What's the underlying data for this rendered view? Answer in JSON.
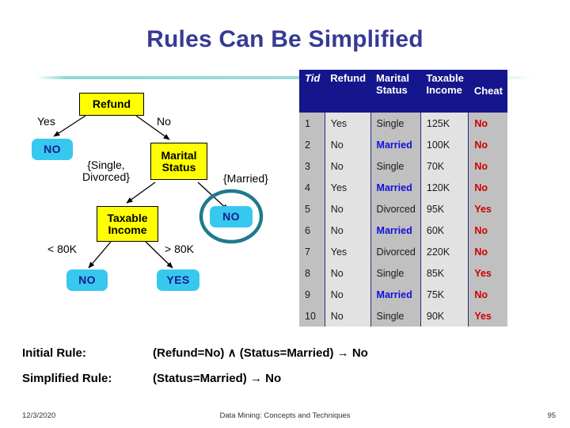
{
  "slide": {
    "title": "Rules Can Be Simplified",
    "page_number": "95"
  },
  "tree": {
    "nodes": {
      "root": "Refund",
      "marital": "Marital\nStatus",
      "marital_line1": "Marital",
      "marital_line2": "Status",
      "income_line1": "Taxable",
      "income_line2": "Income",
      "leaf_refund_yes": "NO",
      "leaf_married": "NO",
      "leaf_income_low": "NO",
      "leaf_income_high": "YES"
    },
    "edges": {
      "refund_yes": "Yes",
      "refund_no": "No",
      "status_single_divorced_line1": "{Single,",
      "status_single_divorced_line2": "Divorced}",
      "status_married": "{Married}",
      "income_low": "< 80K",
      "income_high": "> 80K"
    },
    "highlight": {
      "name": "circled-married-leaf",
      "color": "#1f7a8c"
    },
    "colors": {
      "internal_node_fill": "#ffff00",
      "leaf_node_fill": "#37c8f0",
      "leaf_node_text": "#1b1b8f"
    }
  },
  "table": {
    "columns": [
      "Tid",
      "Refund",
      "Marital Status",
      "Taxable Income",
      "Cheat"
    ],
    "column_lines": [
      [
        "Tid"
      ],
      [
        "Refund"
      ],
      [
        "Marital",
        "Status"
      ],
      [
        "Taxable",
        "Income"
      ],
      [
        "Cheat"
      ]
    ],
    "rows": [
      {
        "tid": "1",
        "refund": "Yes",
        "marital": "Single",
        "income": "125K",
        "cheat": "No"
      },
      {
        "tid": "2",
        "refund": "No",
        "marital": "Married",
        "income": "100K",
        "cheat": "No"
      },
      {
        "tid": "3",
        "refund": "No",
        "marital": "Single",
        "income": "70K",
        "cheat": "No"
      },
      {
        "tid": "4",
        "refund": "Yes",
        "marital": "Married",
        "income": "120K",
        "cheat": "No"
      },
      {
        "tid": "5",
        "refund": "No",
        "marital": "Divorced",
        "income": "95K",
        "cheat": "Yes"
      },
      {
        "tid": "6",
        "refund": "No",
        "marital": "Married",
        "income": "60K",
        "cheat": "No"
      },
      {
        "tid": "7",
        "refund": "Yes",
        "marital": "Divorced",
        "income": "220K",
        "cheat": "No"
      },
      {
        "tid": "8",
        "refund": "No",
        "marital": "Single",
        "income": "85K",
        "cheat": "Yes"
      },
      {
        "tid": "9",
        "refund": "No",
        "marital": "Married",
        "income": "75K",
        "cheat": "No"
      },
      {
        "tid": "10",
        "refund": "No",
        "marital": "Single",
        "income": "90K",
        "cheat": "Yes"
      }
    ],
    "colors": {
      "header_fill": "#16168c",
      "header_text": "#ffffff",
      "shade_dark": "#c0c0c0",
      "shade_light": "#e2e2e2",
      "married_text": "#1010dd",
      "cheat_text": "#cc0000"
    }
  },
  "rules": {
    "initial_label": "Initial Rule:",
    "initial_body": "(Refund=No) ∧ (Status=Married) → No",
    "simplified_label": "Simplified Rule:",
    "simplified_body": "(Status=Married) → No"
  },
  "footer": {
    "date": "12/3/2020",
    "center": "Data Mining: Concepts and Techniques",
    "page": "95"
  }
}
